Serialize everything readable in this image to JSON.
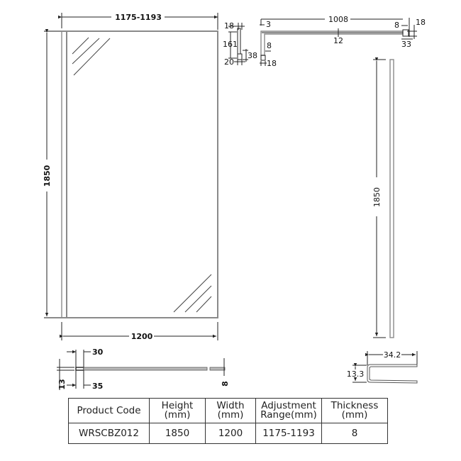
{
  "drawing": {
    "front_view": {
      "top_dimension": "1175-1193",
      "left_dimension": "1850",
      "bottom_dimension": "1200"
    },
    "wall_profile_detail": {
      "labels": [
        "18",
        "161",
        "38",
        "20"
      ]
    },
    "top_bracket_detail": {
      "overall_length": "1008",
      "labels": [
        "3",
        "12",
        "8",
        "18",
        "33",
        "8",
        "18"
      ]
    },
    "side_view": {
      "height_dimension": "1850"
    },
    "plan_view": {
      "labels": [
        "30",
        "13",
        "35",
        "8"
      ]
    },
    "channel_profile": {
      "width": "34.2",
      "height": "13.3"
    }
  },
  "spec_table": {
    "headers": [
      {
        "line1": "Product Code",
        "line2": ""
      },
      {
        "line1": "Height",
        "line2": "(mm)"
      },
      {
        "line1": "Width",
        "line2": "(mm)"
      },
      {
        "line1": "Adjustment",
        "line2": "Range(mm)"
      },
      {
        "line1": "Thickness",
        "line2": "(mm)"
      }
    ],
    "rows": [
      [
        "WRSCBZ012",
        "1850",
        "1200",
        "1175-1193",
        "8"
      ]
    ]
  }
}
